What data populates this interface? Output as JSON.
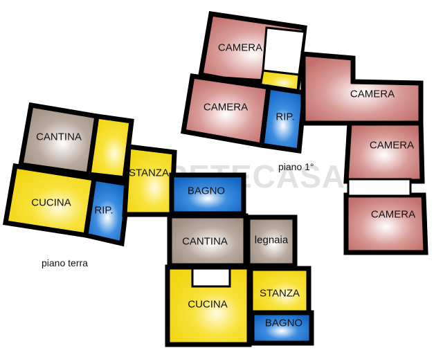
{
  "watermark": {
    "text": "RETECASA"
  },
  "colors": {
    "camera": "#c87a76",
    "cantina": "#a9988c",
    "cucina": "#f5dc22",
    "bagno": "#1f74d0",
    "wall": "#000000"
  },
  "floors": [
    {
      "name": "piano 1°",
      "rooms": [
        {
          "label": "CAMERA",
          "type": "camera"
        },
        {
          "label": "CAMERA",
          "type": "camera"
        },
        {
          "label": "RIP.",
          "type": "bagno"
        },
        {
          "label": "CAMERA",
          "type": "camera"
        },
        {
          "label": "CAMERA",
          "type": "camera"
        },
        {
          "label": "CAMERA",
          "type": "camera"
        }
      ]
    },
    {
      "name": "piano terra",
      "rooms": [
        {
          "label": "CANTINA",
          "type": "cantina"
        },
        {
          "label": "CUCINA",
          "type": "cucina"
        },
        {
          "label": "RIP.",
          "type": "bagno"
        },
        {
          "label": "STANZA",
          "type": "cucina"
        },
        {
          "label": "BAGNO",
          "type": "bagno"
        },
        {
          "label": "CANTINA",
          "type": "cantina"
        },
        {
          "label": "legnaia",
          "type": "cantina"
        },
        {
          "label": "CUCINA",
          "type": "cucina"
        },
        {
          "label": "STANZA",
          "type": "cucina"
        },
        {
          "label": "BAGNO",
          "type": "bagno"
        }
      ]
    }
  ]
}
